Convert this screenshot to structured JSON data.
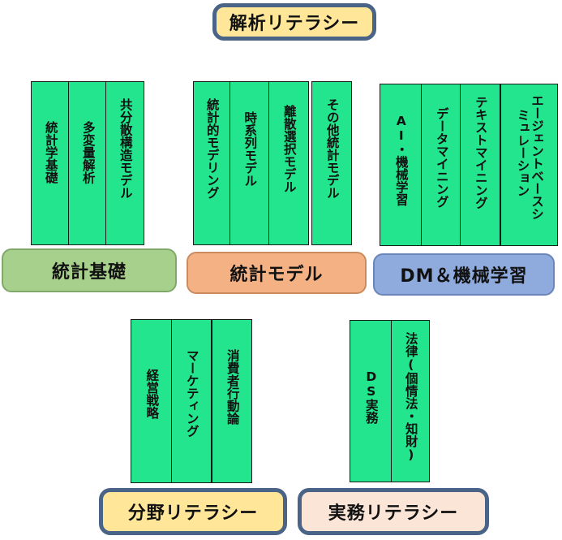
{
  "top_title": "解析リテラシー",
  "groups": [
    {
      "label": "統計基礎",
      "color": "#a8d08d",
      "border": "#7fa86a",
      "books": [
        "統計学基礎",
        "多変量解析",
        "共分散構造モデル"
      ]
    },
    {
      "label": "統計モデル",
      "color": "#f4b183",
      "border": "#c98b5f",
      "books": [
        "統計的モデリング",
        "時系列モデル",
        "離散選択モデル",
        "その他統計モデル"
      ]
    },
    {
      "label": "DM＆機械学習",
      "color": "#8faadc",
      "border": "#6a86b8",
      "books": [
        "AI・機械学習",
        "データマイニング",
        "テキストマイニング",
        [
          "エージェントベースシ",
          "ミュレーション"
        ]
      ]
    }
  ],
  "bottom_groups": [
    {
      "label": "分野リテラシー",
      "color": "#ffe699",
      "books": [
        "経営戦略",
        "マーケティング",
        "消費者行動論"
      ]
    },
    {
      "label": "実務リテラシー",
      "color": "#fbe5d6",
      "books": [
        "DS実務",
        "法律(個情法・知財)"
      ]
    }
  ]
}
